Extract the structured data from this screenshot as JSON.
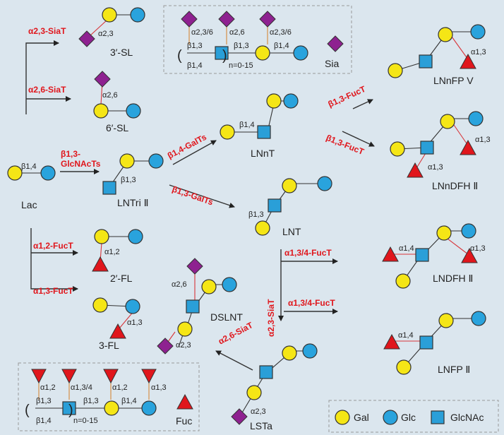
{
  "colors": {
    "gal": "#f5e616",
    "glc": "#29a3dd",
    "glcnac": "#2a9fd8",
    "sia": "#8e2190",
    "fuc": "#e0161c",
    "enzyme_text": "#e0161c",
    "background": "#dbe6ee"
  },
  "legend": {
    "gal": "Gal",
    "glc": "Glc",
    "glcnac": "GlcNAc",
    "sia": "Sia",
    "fuc": "Fuc"
  },
  "compounds": {
    "lac": "Lac",
    "sl3": "3′-SL",
    "sl6": "6′-SL",
    "lntri": "LNTri Ⅱ",
    "lnnt": "LNnT",
    "lnt": "LNT",
    "lnnfp": "LNnFP V",
    "lnndfh": "LNnDFH Ⅱ",
    "fl2": "2′-FL",
    "fl3": "3-FL",
    "dslnt": "DSLNT",
    "lsta": "LSTa",
    "lndfh": "LNDFH Ⅱ",
    "lnfp": "LNFP Ⅱ"
  },
  "enzymes": {
    "siat23": "α2,3-SiaT",
    "siat26": "α2,6-SiaT",
    "glcnact_1": "β1,3-",
    "glcnact_2": "GlcNAcTs",
    "galt14": "β1,4-GalTs",
    "galt13": "β1,3-GalTs",
    "fuct13_a": "β1,3-FucT",
    "fuct13_b": "β1,3-FucT",
    "fuct12": "α1,2-FucT",
    "fuct13_c": "α1,3-FucT",
    "fuct134_a": "α1,3/4-FucT",
    "fuct134_b": "α1,3/4-FucT",
    "siat23_v": "α2,3-SiaT",
    "siat26_diag": "α2,6-SiaT"
  },
  "linkages": {
    "a23": "α2,3",
    "a26": "α2,6",
    "a236": "α2,3/6",
    "b13": "β1,3",
    "b14": "β1,4",
    "a13": "α1,3",
    "a12": "α1,2",
    "a14": "α1,4",
    "a134": "α1,3/4",
    "repeat": "n=0-15"
  }
}
